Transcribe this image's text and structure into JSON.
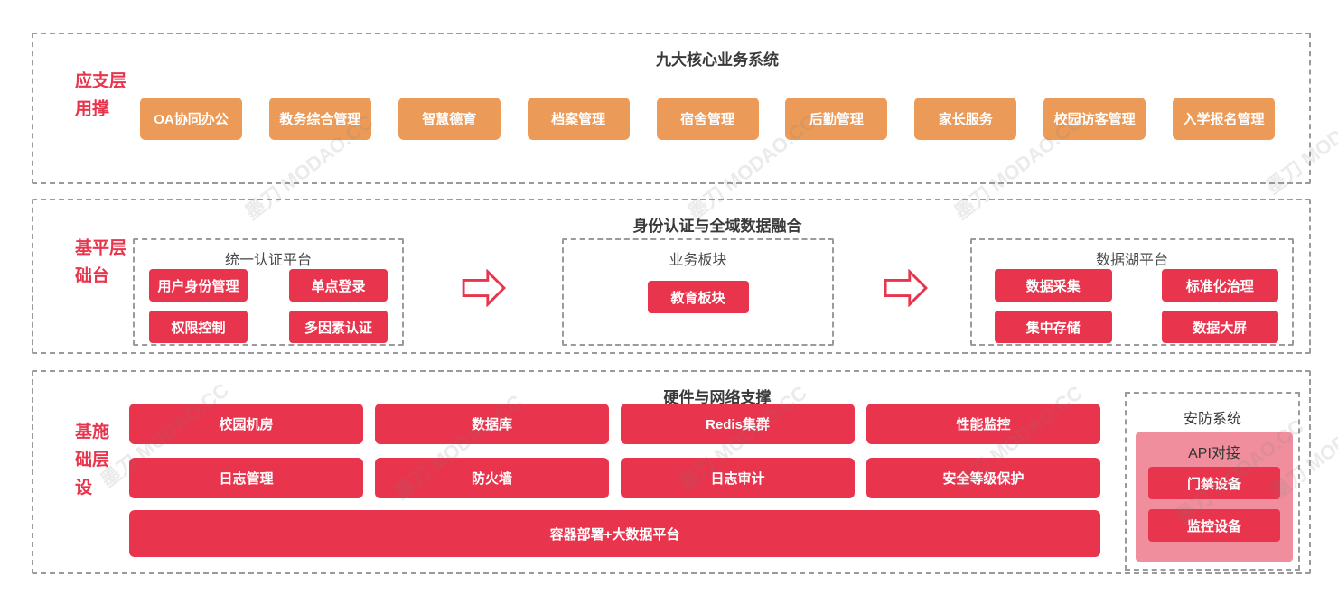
{
  "layer1": {
    "label": "应用支撑层",
    "title": "九大核心业务系统",
    "buttons": [
      "OA协同办公",
      "教务综合管理",
      "智慧德育",
      "档案管理",
      "宿舍管理",
      "后勤管理",
      "家长服务",
      "校园访客管理",
      "入学报名管理"
    ]
  },
  "layer2": {
    "label": "基础平台层",
    "title": "身份认证与全域数据融合",
    "auth_platform": {
      "title": "统一认证平台",
      "buttons": [
        "用户身份管理",
        "单点登录",
        "权限控制",
        "多因素认证"
      ]
    },
    "business": {
      "title": "业务板块",
      "buttons": [
        "教育板块"
      ]
    },
    "datalake": {
      "title": "数据湖平台",
      "buttons": [
        "数据采集",
        "标准化治理",
        "集中存储",
        "数据大屏"
      ]
    }
  },
  "layer3": {
    "label": "基础设施层",
    "title": "硬件与网络支撑",
    "buttons": [
      "校园机房",
      "数据库",
      "Redis集群",
      "性能监控",
      "日志管理",
      "防火墙",
      "日志审计",
      "安全等级保护"
    ],
    "wide_button": "容器部署+大数据平台",
    "security": {
      "title": "安防系统",
      "api_title": "API对接",
      "buttons": [
        "门禁设备",
        "监控设备"
      ]
    }
  },
  "icons": {
    "flow_arrow": "hollow-right-arrow"
  },
  "colors": {
    "orange_node": "#EC9A57",
    "red_node": "#E8344C",
    "pink_panel": "#F08E9D",
    "layer_label_red": "#E8344C",
    "title_dark": "#3A3A3A",
    "dashed_border_gray": "#9B9B9B"
  },
  "watermark": {
    "text": "墨刀 MODAO.CC"
  }
}
